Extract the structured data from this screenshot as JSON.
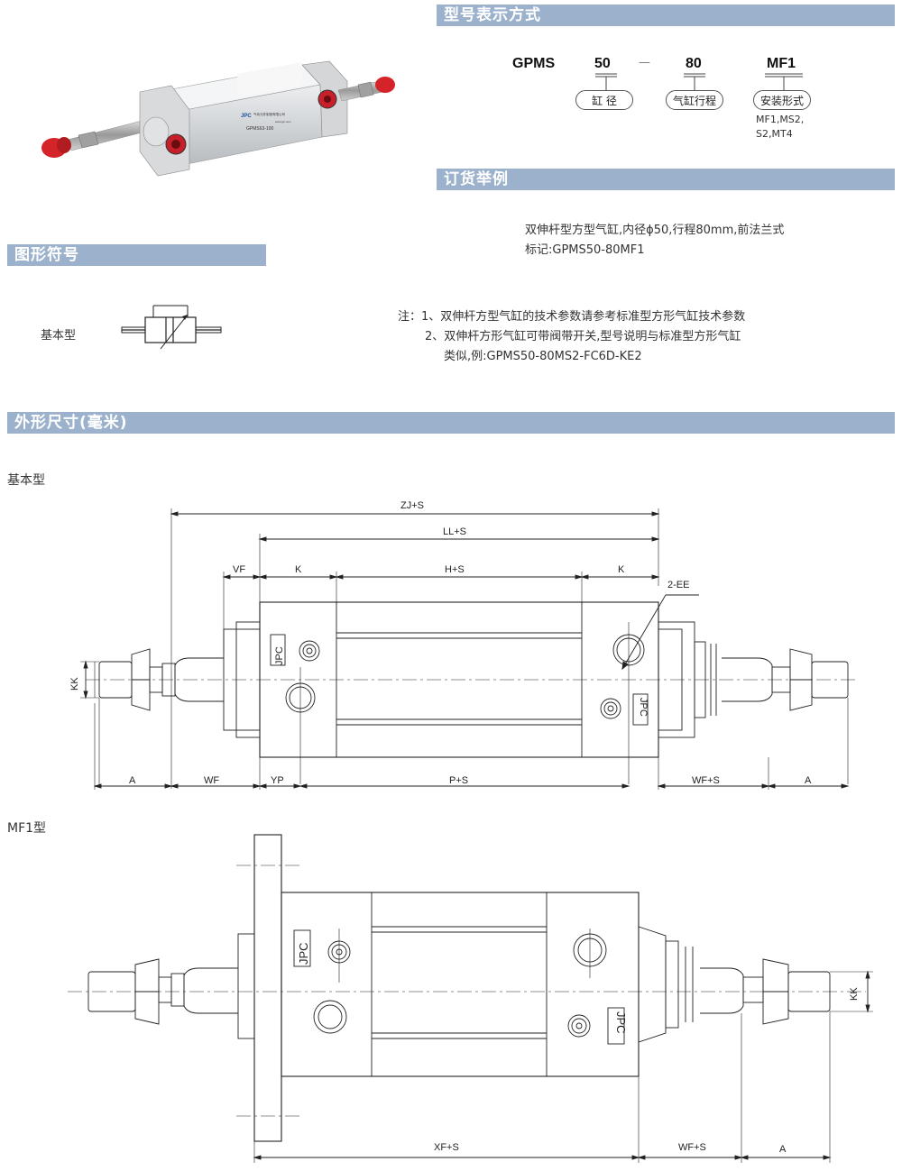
{
  "sections": {
    "model_notation": "型号表示方式",
    "order_example": "订货举例",
    "symbol": "图形符号",
    "dimensions": "外形尺寸(毫米)"
  },
  "model": {
    "prefix": "GPMS",
    "bore": "50",
    "dash": "—",
    "stroke": "80",
    "mount": "MF1",
    "bore_label": "缸 径",
    "stroke_label": "气缸行程",
    "mount_label": "安装形式",
    "mount_options_1": "MF1,MS2,",
    "mount_options_2": "S2,MT4"
  },
  "product_labels": {
    "brand": "JPC",
    "model": "GPMS63-100",
    "small1": "气动元件制造有限公司",
    "small2": "www.jpc.com"
  },
  "order": {
    "line1": "双伸杆型方型气缸,内径ϕ50,行程80mm,前法兰式",
    "line2": "标记:GPMS50-80MF1"
  },
  "symbol": {
    "label": "基本型"
  },
  "notes": {
    "line1": "注：1、双伸杆方型气缸的技术参数请参考标准型方形气缸技术参数",
    "line2": "2、双伸杆方形气缸可带阀带开关,型号说明与标准型方形气缸",
    "line3": "类似,例:GPMS50-80MS2-FC6D-KE2"
  },
  "views": {
    "basic_title": "基本型",
    "mf1_title": "MF1型"
  },
  "dims_basic": {
    "zj": "ZJ+S",
    "ll": "LL+S",
    "vf": "VF",
    "k1": "K",
    "h": "H+S",
    "k2": "K",
    "ee": "2-EE",
    "kk": "KK",
    "a1": "A",
    "wf": "WF",
    "yp": "YP",
    "p": "P+S",
    "wfs": "WF+S",
    "a2": "A",
    "logo": "JPC"
  },
  "dims_mf1": {
    "xf": "XF+S",
    "wfs": "WF+S",
    "a": "A",
    "kk": "KK",
    "logo": "JPC"
  }
}
